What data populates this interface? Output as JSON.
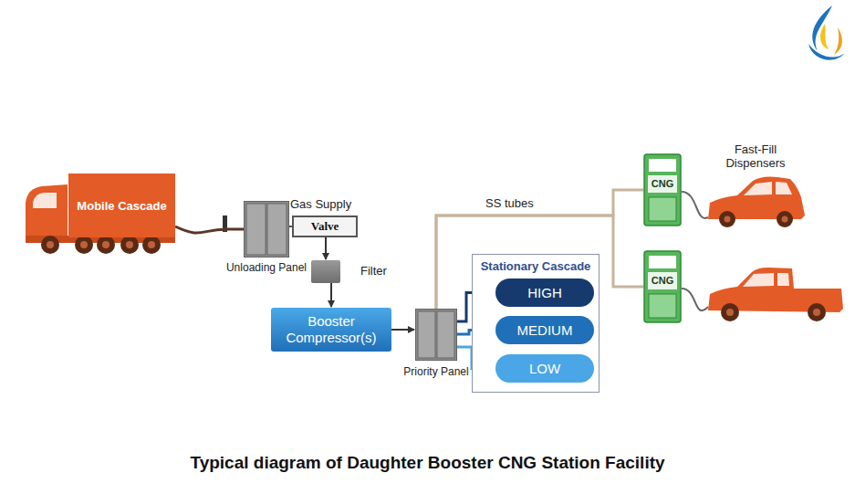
{
  "diagram": {
    "caption": "Typical diagram of Daughter Booster CNG Station Facility",
    "nodes": [
      {
        "text": [
          "Mobile Cascade"
        ]
      },
      {
        "text": [
          "Unloading Panel"
        ]
      },
      {
        "text": [
          "Gas Supply",
          "Valve"
        ]
      },
      {
        "text": [
          "Filter"
        ]
      },
      {
        "text": [
          "Booster Compressor(s)"
        ]
      },
      {
        "text": [
          "Priority Panel"
        ]
      },
      {
        "text": [
          "Stationary Cascade"
        ]
      },
      {
        "text": [
          "HIGH"
        ],
        "in": 6
      },
      {
        "text": [
          "MEDIUM"
        ],
        "in": 6
      },
      {
        "text": [
          "LOW"
        ],
        "in": 6
      },
      {
        "text": [
          "CNG"
        ]
      },
      {
        "text": [
          "CNG"
        ]
      }
    ],
    "edges": [
      {
        "from": 0,
        "to": 1,
        "arrow": "none"
      },
      {
        "from": 1,
        "to": 2,
        "arrow": "none"
      },
      {
        "from": 2,
        "to": 3,
        "arrow": "to"
      },
      {
        "from": 3,
        "to": 4,
        "arrow": "to"
      },
      {
        "from": 4,
        "to": 5,
        "arrow": "to"
      },
      {
        "from": 5,
        "to": 7,
        "arrow": "none"
      },
      {
        "from": 5,
        "to": 8,
        "arrow": "none"
      },
      {
        "from": 5,
        "to": 9,
        "arrow": "none"
      },
      {
        "from": 5,
        "to": 10,
        "label": "SS tubes",
        "arrow": "none"
      },
      {
        "from": 5,
        "to": 11,
        "arrow": "none"
      }
    ],
    "labels": [
      "Fast-Fill Dispensers"
    ]
  }
}
